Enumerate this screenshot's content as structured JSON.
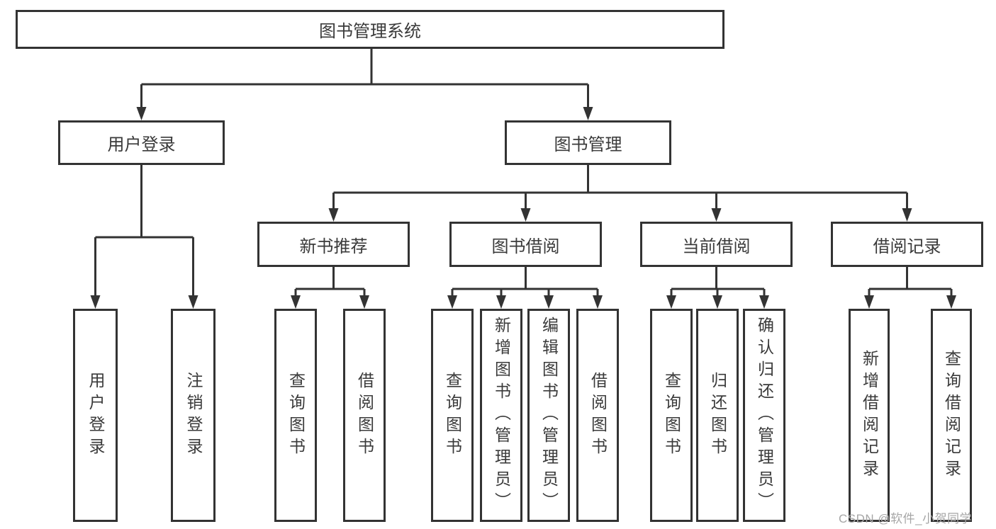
{
  "diagram": {
    "title": "图书管理系统",
    "branches": [
      {
        "label": "用户登录",
        "children": [
          {
            "label": "用户登录"
          },
          {
            "label": "注销登录"
          }
        ]
      },
      {
        "label": "图书管理",
        "sections": [
          {
            "label": "新书推荐",
            "children": [
              {
                "label": "查询图书"
              },
              {
                "label": "借阅图书"
              }
            ]
          },
          {
            "label": "图书借阅",
            "children": [
              {
                "label": "查询图书"
              },
              {
                "label": "新增图书（管理员）"
              },
              {
                "label": "编辑图书（管理员）"
              },
              {
                "label": "借阅图书"
              }
            ]
          },
          {
            "label": "当前借阅",
            "children": [
              {
                "label": "查询图书"
              },
              {
                "label": "归还图书"
              },
              {
                "label": "确认归还（管理员）"
              }
            ]
          },
          {
            "label": "借阅记录",
            "children": [
              {
                "label": "新增借阅记录"
              },
              {
                "label": "查询借阅记录"
              }
            ]
          }
        ]
      }
    ],
    "watermark": "CSDN @软件_小贺同学",
    "colors": {
      "line": "#333333",
      "text": "#3a3a3a",
      "watermark": "#a6a6a6",
      "background": "#ffffff"
    }
  }
}
